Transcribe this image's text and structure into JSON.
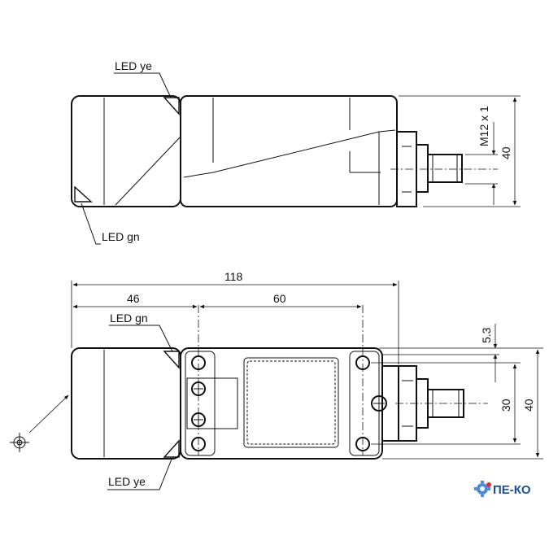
{
  "top_view": {
    "led_top_label": "LED ye",
    "led_bottom_label": "LED gn",
    "thread_label": "M12 x 1",
    "height_label": "40"
  },
  "bottom_view": {
    "overall_length": "118",
    "head_length": "46",
    "hole_spacing": "60",
    "offset": "5.3",
    "inner_height": "30",
    "outer_height": "40",
    "led_top_label": "LED gn",
    "led_bottom_label": "LED ye"
  },
  "logo": {
    "text": "ПЕ-КО",
    "color": "#1c4f9a"
  }
}
